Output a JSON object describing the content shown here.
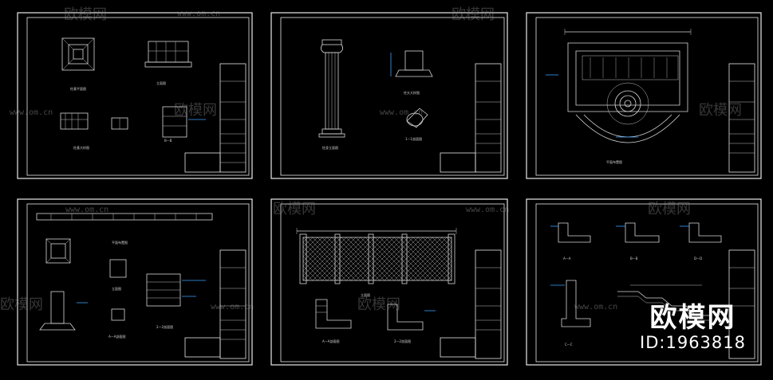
{
  "watermark": {
    "url": "www.om.cn",
    "brand": "欧模网",
    "asset_id": "ID:1963818"
  },
  "sheets": [
    {
      "labels": [
        "柱基平面图",
        "立面图",
        "柱基大样图",
        "B—B"
      ]
    },
    {
      "labels": [
        "柱身立面图",
        "柱头大样图",
        "1—1剖面图"
      ]
    },
    {
      "labels": [
        "平面布置图"
      ]
    },
    {
      "labels": [
        "平面布置图",
        "立面图",
        "A—A剖面图",
        "2—2剖面图"
      ]
    },
    {
      "labels": [
        "立面图",
        "A—A剖面图",
        "2—2剖面图"
      ]
    },
    {
      "labels": [
        "A—A",
        "B—B",
        "D—D",
        "C—C"
      ]
    }
  ]
}
